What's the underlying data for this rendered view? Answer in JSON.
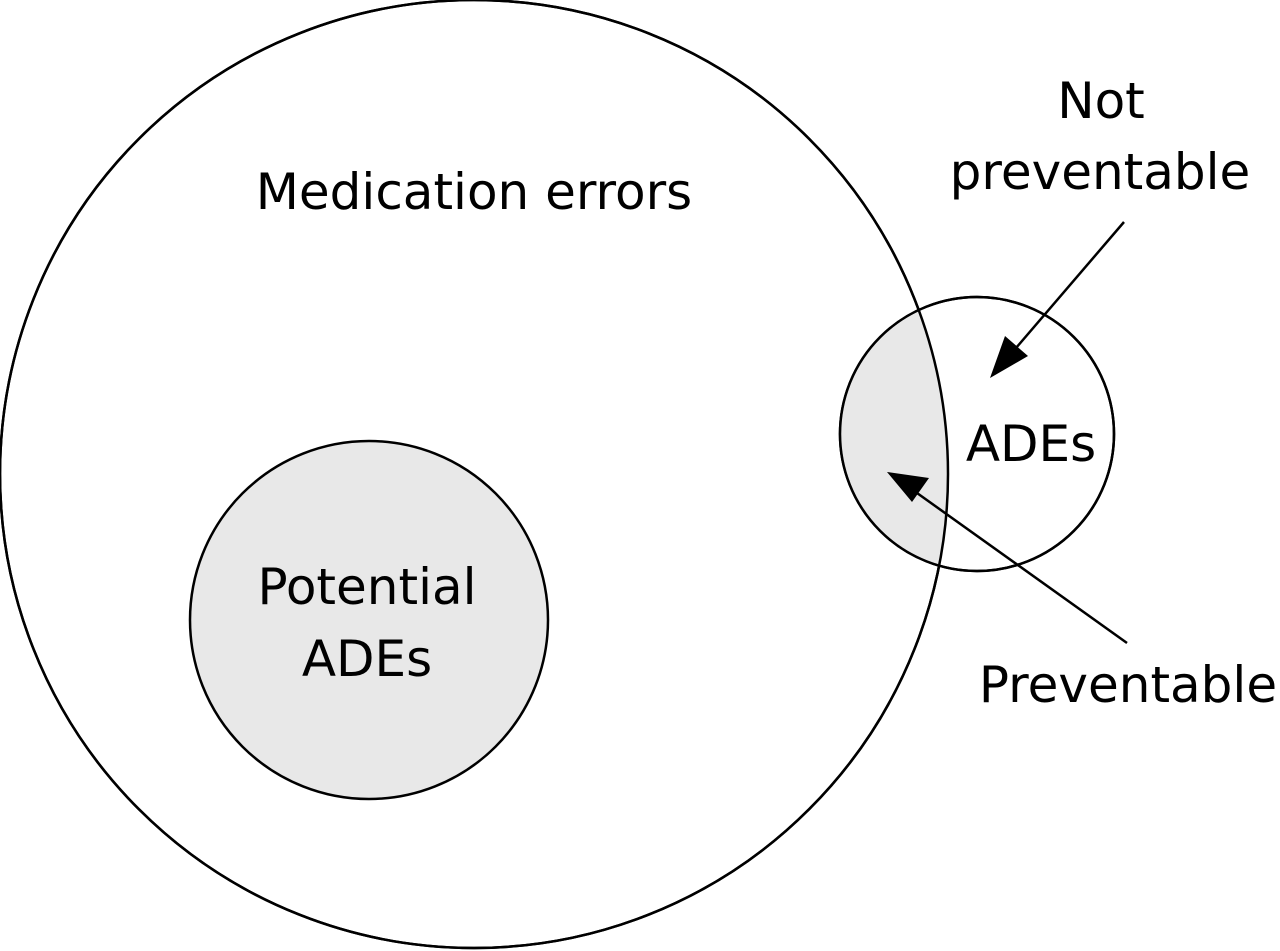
{
  "diagram": {
    "labels": {
      "medication_errors": "Medication errors",
      "potential_ades_line1": "Potential",
      "potential_ades_line2": "ADEs",
      "ades": "ADEs",
      "not_preventable_line1": "Not",
      "not_preventable_line2": "preventable",
      "preventable": "Preventable"
    },
    "colors": {
      "outline": "#000000",
      "shaded_fill": "#e8e8e8",
      "background": "#ffffff"
    }
  }
}
